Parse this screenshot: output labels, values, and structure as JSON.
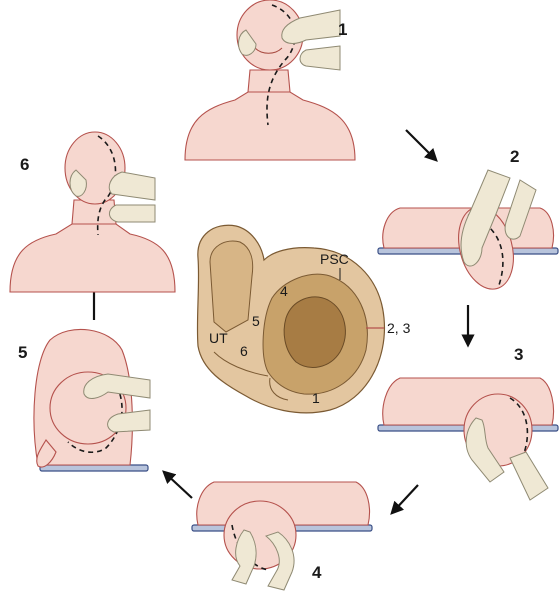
{
  "steps": [
    "1",
    "2",
    "3",
    "4",
    "5",
    "6"
  ],
  "ear_labels": {
    "psc": "PSC",
    "ut": "UT",
    "canal_2_3": "2, 3",
    "pos_1": "1",
    "pos_4": "4",
    "pos_5": "5",
    "pos_6": "6"
  }
}
